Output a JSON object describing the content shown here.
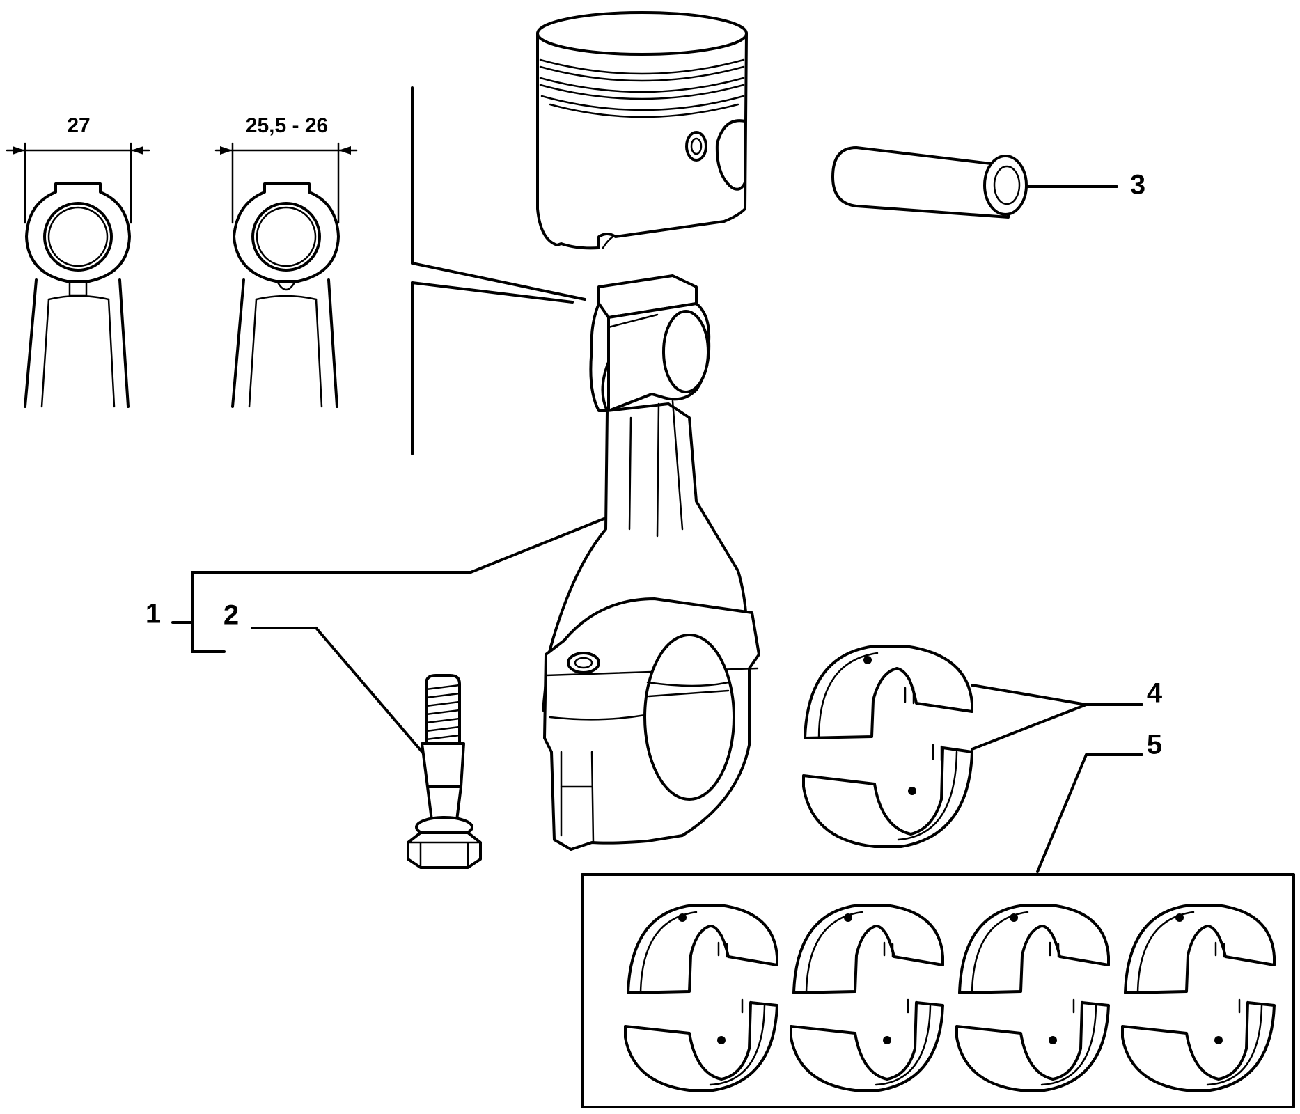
{
  "diagram": {
    "dimensions": {
      "left": "27",
      "right": "25,5 - 26"
    },
    "callouts": {
      "c1": "1",
      "c2": "2",
      "c3": "3",
      "c4": "4",
      "c5": "5"
    }
  }
}
